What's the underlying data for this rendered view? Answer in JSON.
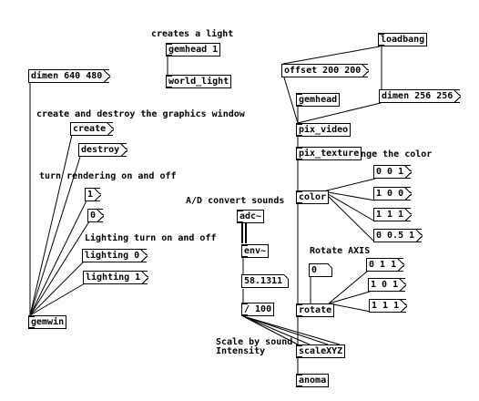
{
  "objects": {
    "gemhead_1": "gemhead 1",
    "world_light": "world_light",
    "gemhead": "gemhead",
    "pix_video": "pix_video",
    "pix_texture": "pix_texture",
    "color": "color",
    "rotate": "rotate",
    "scaleXYZ": "scaleXYZ",
    "anoma": "anoma",
    "adc": "adc~",
    "env": "env~",
    "div100": "/ 100",
    "gemwin": "gemwin"
  },
  "messages": {
    "dimen_640": "dimen 640 480",
    "create": "create",
    "destroy": "destroy",
    "render_on": "1",
    "render_off": "0",
    "lighting_0": "lighting 0",
    "lighting_1": "lighting 1",
    "loadbang": "loadbang",
    "offset": "offset 200 200",
    "dimen_256": "dimen 256 256",
    "color_001": "0 0 1",
    "color_100": "1 0 0",
    "color_111": "1 1 1",
    "color_0051": "0 0.5 1",
    "rot_011": "0 1 1",
    "rot_101": "1 0 1",
    "rot_111": "1 1 1"
  },
  "atoms": {
    "env_value": "58.1311",
    "rotate_angle": "0"
  },
  "comments": {
    "creates_light": "creates a light",
    "create_destroy": "create and destroy the graphics window",
    "rendering": "turn rendering on and off",
    "lighting": "Lighting turn on and off",
    "ad_convert": "A/D convert sounds",
    "change_color": "change the color",
    "rotate_axis": "Rotate AXIS",
    "scale_line1": "Scale by sound",
    "scale_line2": "Intensity"
  }
}
